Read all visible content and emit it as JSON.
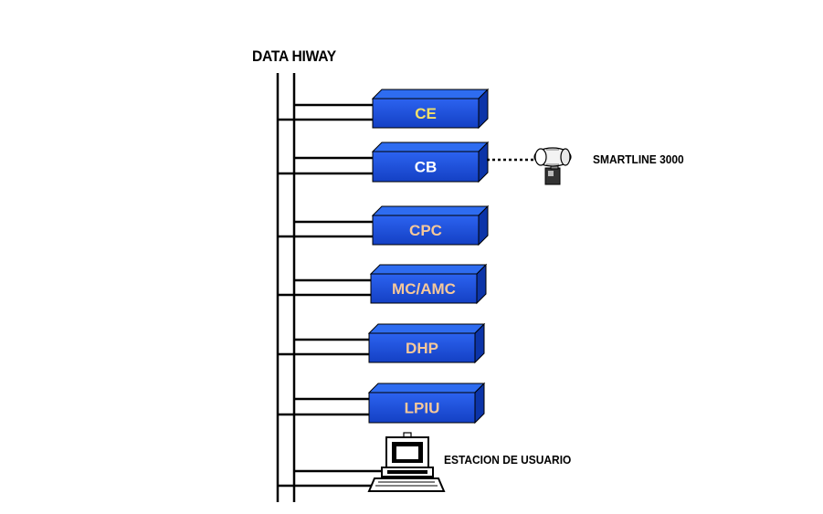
{
  "title": "DATA HIWAY",
  "modules": [
    {
      "label": "CE",
      "color": "#f2e06a"
    },
    {
      "label": "CB",
      "color": "#ffffff"
    },
    {
      "label": "CPC",
      "color": "#f6c89a"
    },
    {
      "label": "MC/AMC",
      "color": "#f6c89a"
    },
    {
      "label": "DHP",
      "color": "#f6c89a"
    },
    {
      "label": "LPIU",
      "color": "#f6c89a"
    }
  ],
  "transmitter": {
    "label": "SMARTLINE 3000",
    "icon": "pressure-transmitter-icon"
  },
  "workstation": {
    "label": "ESTACION DE USUARIO",
    "icon": "computer-workstation-icon"
  },
  "colors": {
    "box_front": "#1a4fd6",
    "box_top": "#2e6cf0",
    "box_side": "#0c34a8",
    "bus": "#000000"
  }
}
